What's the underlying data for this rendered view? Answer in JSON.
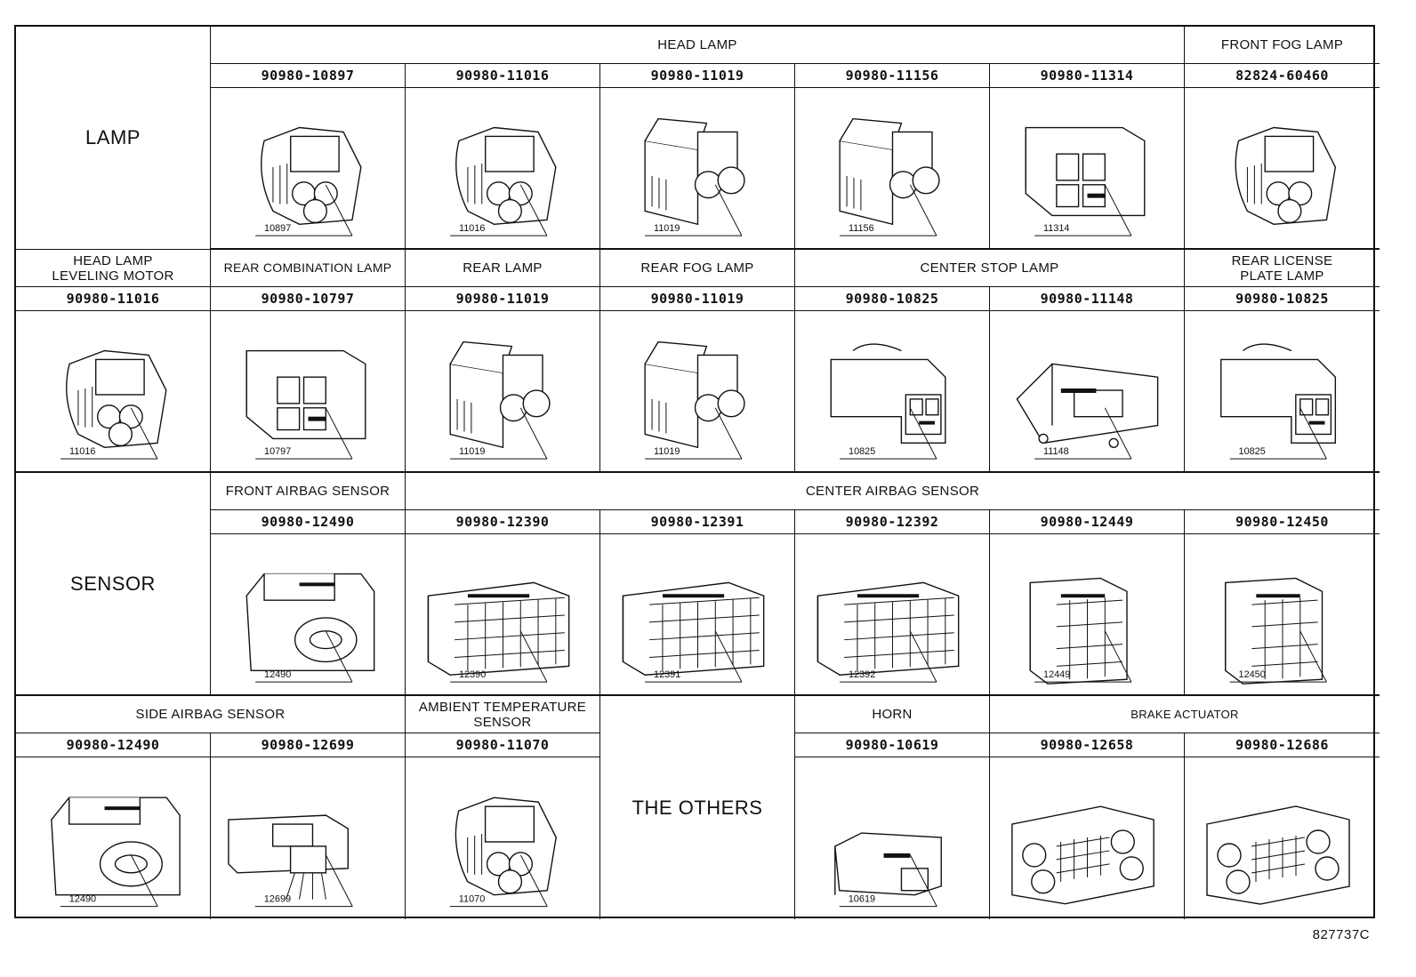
{
  "groups": {
    "lamp": "LAMP",
    "sensor": "SENSOR",
    "others": "THE OTHERS"
  },
  "row1": {
    "head_lamp": "HEAD LAMP",
    "front_fog_lamp": "FRONT FOG LAMP",
    "parts": [
      "90980-10897",
      "90980-11016",
      "90980-11019",
      "90980-11156",
      "90980-11314",
      "82824-60460"
    ],
    "callouts": [
      "10897",
      "11016",
      "11019",
      "11156",
      "11314",
      ""
    ]
  },
  "row2": {
    "titles": [
      "HEAD LAMP\nLEVELING MOTOR",
      "REAR COMBINATION LAMP",
      "REAR LAMP",
      "REAR FOG LAMP",
      "CENTER STOP LAMP",
      "REAR LICENSE\nPLATE LAMP"
    ],
    "parts": [
      "90980-11016",
      "90980-10797",
      "90980-11019",
      "90980-11019",
      "90980-10825",
      "90980-11148",
      "90980-10825"
    ],
    "callouts": [
      "11016",
      "10797",
      "11019",
      "11019",
      "10825",
      "11148",
      "10825"
    ]
  },
  "row3": {
    "front_airbag_sensor": "FRONT AIRBAG SENSOR",
    "center_airbag_sensor": "CENTER AIRBAG SENSOR",
    "parts": [
      "90980-12490",
      "90980-12390",
      "90980-12391",
      "90980-12392",
      "90980-12449",
      "90980-12450"
    ],
    "callouts": [
      "12490",
      "12390",
      "12391",
      "12392",
      "12449",
      "12450"
    ]
  },
  "row4": {
    "side_airbag_sensor": "SIDE AIRBAG SENSOR",
    "ambient_temperature_sensor": "AMBIENT TEMPERATURE\nSENSOR",
    "horn": "HORN",
    "brake_actuator": "BRAKE ACTUATOR",
    "parts": [
      "90980-12490",
      "90980-12699",
      "90980-11070",
      "90980-10619",
      "90980-12658",
      "90980-12686"
    ],
    "callouts": [
      "12490",
      "12699",
      "11070",
      "10619",
      "",
      ""
    ]
  },
  "footer": {
    "figure_code": "827737C"
  }
}
